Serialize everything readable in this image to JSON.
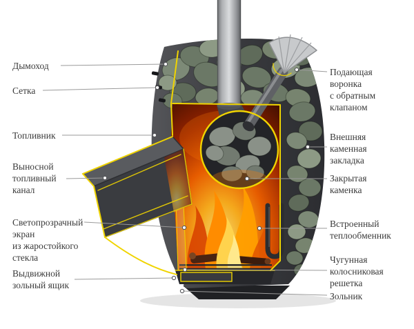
{
  "palette": {
    "highlight": "#f0d400",
    "body_dark": "#3a3b3f",
    "stone_green": "#7d8a77",
    "fire_orange": "#ff7a00",
    "background": "#ffffff",
    "label_text": "#3a3a3a",
    "leader_line": "#9a9a9a"
  },
  "labels": {
    "left": [
      {
        "name": "chimney",
        "lines": [
          "Дымоход"
        ]
      },
      {
        "name": "mesh",
        "lines": [
          "Сетка"
        ]
      },
      {
        "name": "firebox",
        "lines": [
          "Топливник"
        ]
      },
      {
        "name": "remote-fuel-channel",
        "lines": [
          "Выносной",
          "топливный",
          "канал"
        ]
      },
      {
        "name": "glass-screen",
        "lines": [
          "Светопрозрачный",
          "экран",
          "из жаростойкого",
          "стекла"
        ]
      },
      {
        "name": "ash-drawer",
        "lines": [
          "Выдвижной",
          "зольный ящик"
        ]
      }
    ],
    "right": [
      {
        "name": "supply-funnel",
        "lines": [
          "Подающая",
          "воронка",
          "с обратным",
          "клапаном"
        ]
      },
      {
        "name": "outer-stone-fill",
        "lines": [
          "Внешняя",
          "каменная",
          "закладка"
        ]
      },
      {
        "name": "closed-kamenka",
        "lines": [
          "Закрытая",
          "каменка"
        ]
      },
      {
        "name": "heat-exchanger",
        "lines": [
          "Встроенный",
          "теплообменник"
        ]
      },
      {
        "name": "cast-iron-grate",
        "lines": [
          "Чугунная",
          "колосниковая",
          "решетка"
        ]
      },
      {
        "name": "ash-pan",
        "lines": [
          "Зольник"
        ]
      }
    ]
  }
}
